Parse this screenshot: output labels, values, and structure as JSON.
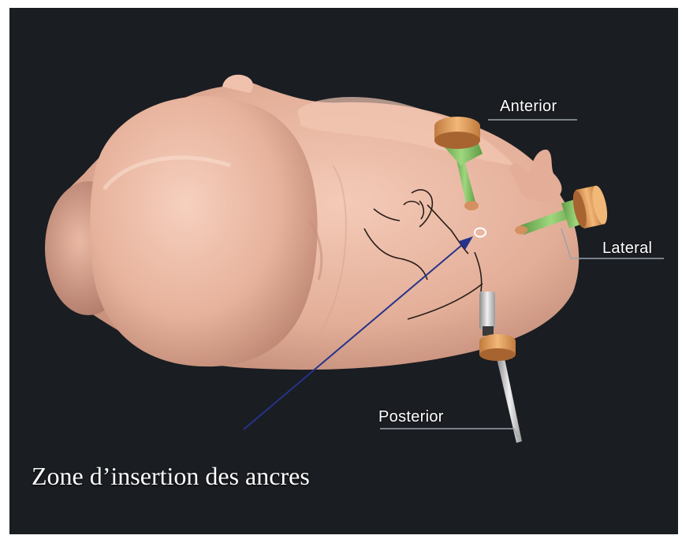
{
  "labels": {
    "anterior": "Anterior",
    "lateral": "Lateral",
    "posterior": "Posterior"
  },
  "caption": "Zone d’insertion des ancres",
  "icons": [
    "anterior-portal-icon",
    "lateral-portal-icon",
    "posterior-arthroscope-icon",
    "pointer-arrow-icon"
  ],
  "colors": {
    "background": "#1a1d22",
    "anatomy": "#e8b5a0",
    "portal_green": "#8cc56a",
    "portal_ring": "#e8a060",
    "arrow": "#26338a",
    "label_text": "#ffffff"
  }
}
